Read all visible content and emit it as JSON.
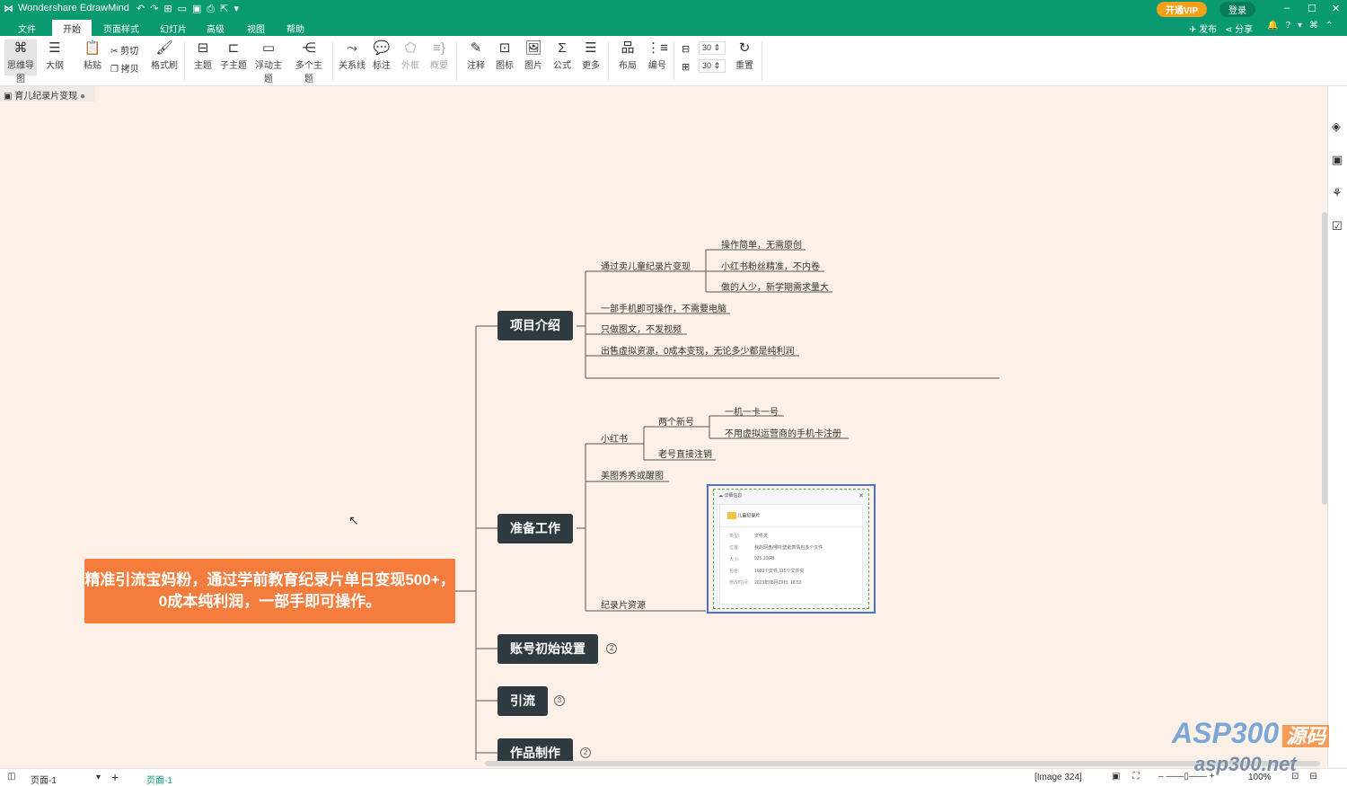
{
  "app": {
    "title": "Wondershare EdrawMind",
    "vip": "开通VIP",
    "login": "登录",
    "publish": "发布",
    "share": "分享"
  },
  "menu": [
    "文件",
    "开始",
    "页面样式",
    "幻灯片",
    "高级",
    "视图",
    "帮助"
  ],
  "toolbar": {
    "mindmap": "思维导图",
    "outline": "大纲",
    "paste": "粘贴",
    "cut": "剪切",
    "copy": "拷贝",
    "format_painter": "格式刷",
    "topic": "主题",
    "subtopic": "子主题",
    "floating": "浮动主题",
    "multi": "多个主题",
    "relation": "关系线",
    "callout": "标注",
    "boundary": "外框",
    "summary": "概要",
    "note": "注释",
    "icon": "图标",
    "image": "图片",
    "formula": "公式",
    "more": "更多",
    "layout": "布局",
    "numbering": "编号",
    "h_spacing": "30",
    "v_spacing": "30",
    "reset": "重置"
  },
  "doc_tab": "育儿纪录片变现",
  "mindmap": {
    "root": "精准引流宝妈粉，通过学前教育纪录片单日变现500+，0成本纯利润，一部手即可操作。",
    "topics": [
      {
        "label": "项目介绍",
        "children": [
          "通过卖儿童纪录片变现",
          "操作简单，无需原创",
          "小红书粉丝精准，不内卷",
          "做的人少，新学期需求量大",
          "一部手机即可操作，不需要电脑",
          "只做图文，不发视频",
          "出售虚拟资源，0成本变现，无论多少都是纯利润"
        ]
      },
      {
        "label": "准备工作",
        "children": [
          "小红书",
          "两个新号",
          "一机一卡一号",
          "不用虚拟运营商的手机卡注册",
          "老号直接注销",
          "美图秀秀或醒图",
          "纪录片资源"
        ]
      },
      {
        "label": "账号初始设置",
        "collapsed": "2"
      },
      {
        "label": "引流",
        "collapsed": "3"
      },
      {
        "label": "作品制作",
        "collapsed": "2"
      }
    ],
    "image_card": {
      "title": "详细信息",
      "name": "儿童纪录片",
      "rows": [
        [
          "类型:",
          "文件夹"
        ],
        [
          "位置:",
          "我的网盘/哪吒壁纸表情包多个文件"
        ],
        [
          "大小:",
          "925.10GB"
        ],
        [
          "包含:",
          "1689个文件,115个文件夹"
        ],
        [
          "修改时间:",
          "2023年08月29日, 18:53"
        ]
      ]
    }
  },
  "status": {
    "page_select": "页面-1",
    "page_tab": "页面-1",
    "image_info": "[Image 324]",
    "zoom": "100%"
  },
  "watermark": {
    "line1": "ASP300",
    "line2": "源码",
    "line3": "asp300.net"
  }
}
